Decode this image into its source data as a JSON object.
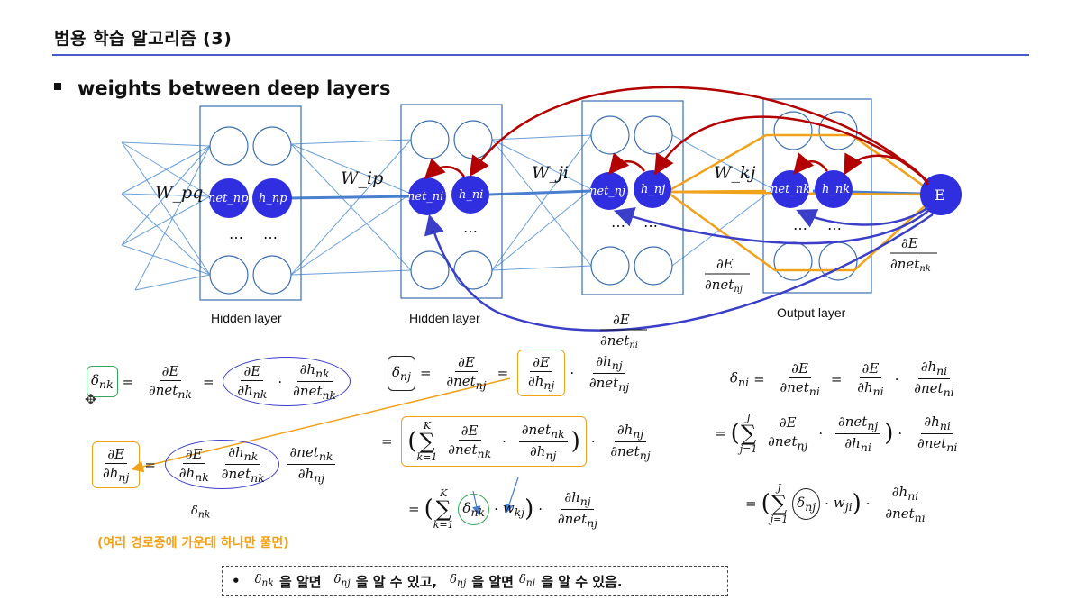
{
  "slide": {
    "title": "범용 학습 알고리즘 (3)",
    "bullet": "weights between deep layers"
  },
  "network": {
    "layer_labels": [
      "Hidden layer",
      "Hidden layer",
      "Output layer"
    ],
    "weights": [
      "W_pq",
      "W_ip",
      "W_ji",
      "W_kj"
    ],
    "node_labels": [
      "net_np",
      "h_np",
      "net_ni",
      "h_ni",
      "net_nj",
      "h_nj",
      "net_nk",
      "h_nk",
      "E"
    ],
    "ellipsis": "…",
    "gradient_labels": [
      "∂E/∂net_nk",
      "∂E/∂net_nj",
      "∂E/∂net_ni"
    ]
  },
  "equations": {
    "orange_note": "(여러 경로중에 가운데 하나만 풀면)",
    "delta_nk_label": "δ_nk"
  },
  "bottom_note": {
    "bullet": "•",
    "part1": "을 알면",
    "part2": "을 알 수 있고,",
    "part3": "을  알면",
    "part4": "을 알 수 있음."
  },
  "colors": {
    "node_fill": "#2f2fe0",
    "title_rule": "#4a58c9",
    "back_arrow_red": "#b30000",
    "back_arrow_blue": "#3b3fc7",
    "orange_path": "#f0a21a",
    "green_box": "#3aa55a"
  }
}
